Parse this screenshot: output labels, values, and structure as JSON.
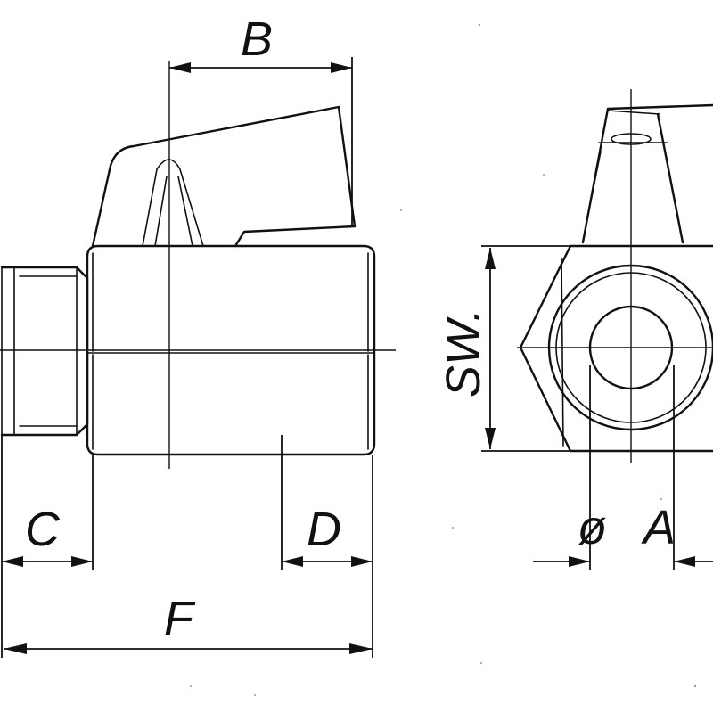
{
  "diagram": {
    "labels": {
      "b": "B",
      "c": "C",
      "d": "D",
      "f": "F",
      "sw": "SW.",
      "dia": "ø",
      "a": "A"
    },
    "colors": {
      "ink": "#111111",
      "paper": "#ffffff"
    }
  }
}
